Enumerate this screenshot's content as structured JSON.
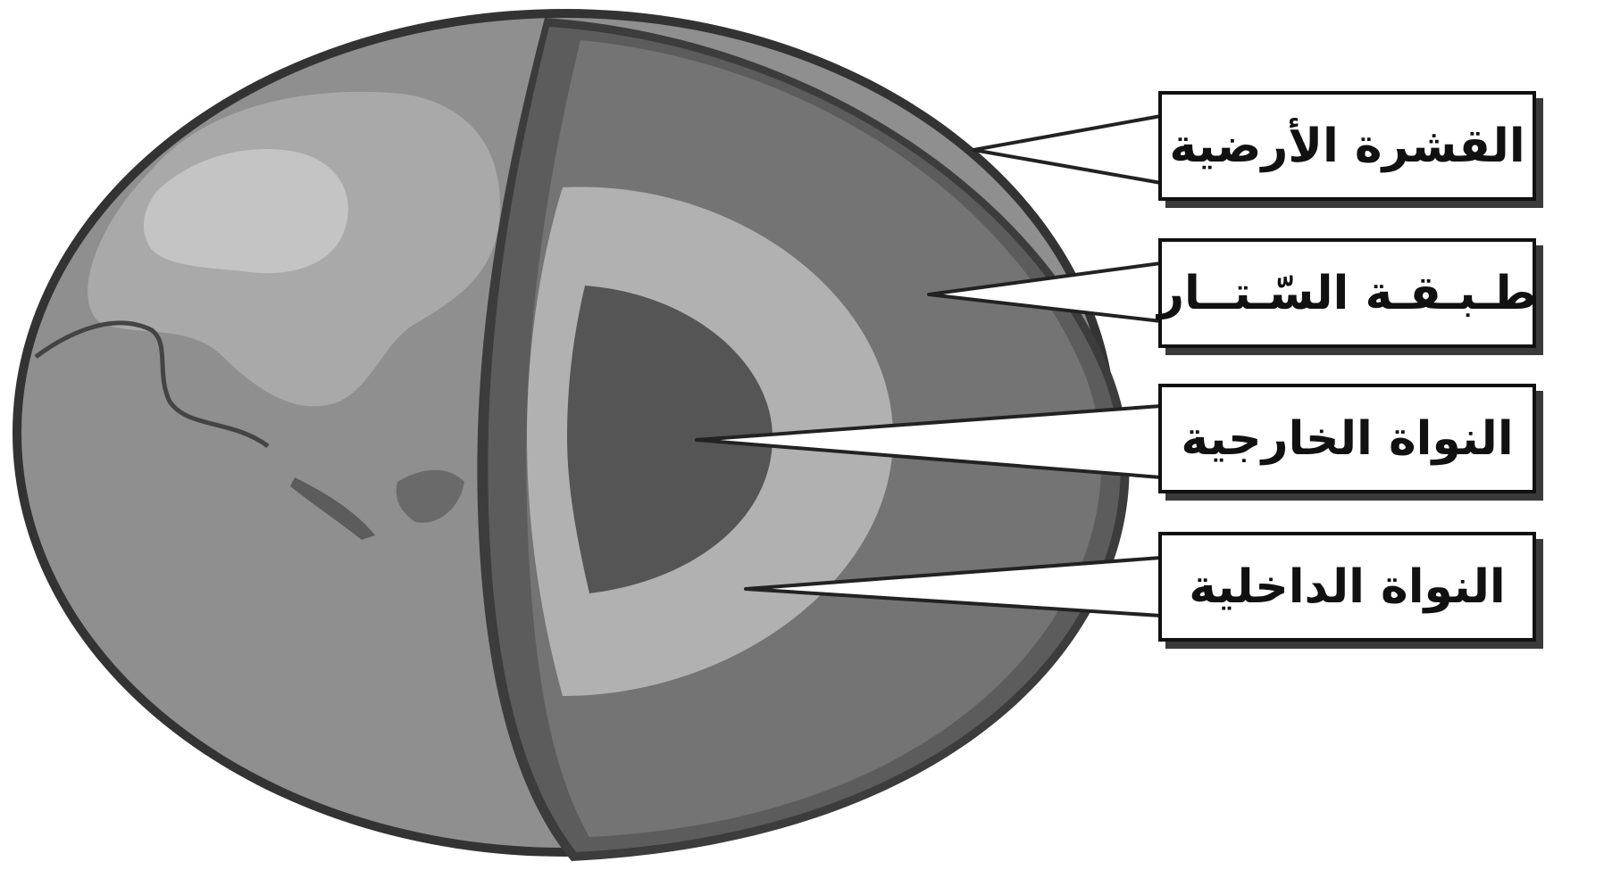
{
  "labels": {
    "crust": "القشرة الأرضية",
    "mantle": "طـبـقـة السّـتــار",
    "outer_core": "النواة الخارجية",
    "inner_core": "النواة الداخلية"
  },
  "colors": {
    "background": "#ffffff",
    "ocean": "#8f8f8f",
    "land_light": "#c4c4c4",
    "land_mid": "#a9a9a9",
    "crust_edge": "#5c5c5c",
    "mantle": "#747474",
    "outer_core_ring": "#b1b1b1",
    "inner_core": "#555555",
    "outline": "#333333"
  }
}
